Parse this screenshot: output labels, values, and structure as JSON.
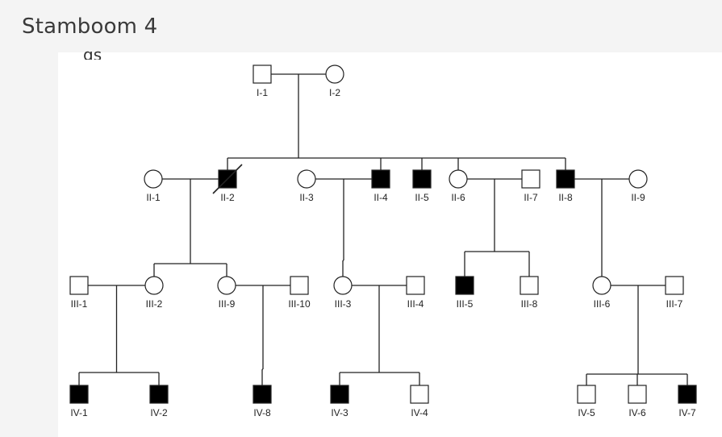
{
  "title": "Stamboom 4",
  "panel_fragment": "gs",
  "colors": {
    "affected": "#000000",
    "unaffected": "#ffffff",
    "line": "#222222",
    "background": "#f4f4f4",
    "panel": "#ffffff"
  },
  "individuals": [
    {
      "id": "I-1",
      "label": "I-1",
      "sex": "male",
      "affected": false
    },
    {
      "id": "I-2",
      "label": "I-2",
      "sex": "female",
      "affected": false
    },
    {
      "id": "II-1",
      "label": "II-1",
      "sex": "female",
      "affected": false
    },
    {
      "id": "II-2",
      "label": "II-2",
      "sex": "male",
      "affected": true,
      "deceased": true
    },
    {
      "id": "II-3",
      "label": "II-3",
      "sex": "female",
      "affected": false
    },
    {
      "id": "II-4",
      "label": "II-4",
      "sex": "male",
      "affected": true
    },
    {
      "id": "II-5",
      "label": "II-5",
      "sex": "male",
      "affected": true
    },
    {
      "id": "II-6",
      "label": "II-6",
      "sex": "female",
      "affected": false
    },
    {
      "id": "II-7",
      "label": "II-7",
      "sex": "male",
      "affected": false
    },
    {
      "id": "II-8",
      "label": "II-8",
      "sex": "male",
      "affected": true
    },
    {
      "id": "II-9",
      "label": "II-9",
      "sex": "female",
      "affected": false
    },
    {
      "id": "III-1",
      "label": "III-1",
      "sex": "male",
      "affected": false
    },
    {
      "id": "III-2",
      "label": "III-2",
      "sex": "female",
      "affected": false
    },
    {
      "id": "III-9",
      "label": "III-9",
      "sex": "female",
      "affected": false
    },
    {
      "id": "III-10",
      "label": "III-10",
      "sex": "male",
      "affected": false
    },
    {
      "id": "III-3",
      "label": "III-3",
      "sex": "female",
      "affected": false
    },
    {
      "id": "III-4",
      "label": "III-4",
      "sex": "male",
      "affected": false
    },
    {
      "id": "III-5",
      "label": "III-5",
      "sex": "male",
      "affected": true
    },
    {
      "id": "III-8",
      "label": "III-8",
      "sex": "male",
      "affected": false
    },
    {
      "id": "III-6",
      "label": "III-6",
      "sex": "female",
      "affected": false
    },
    {
      "id": "III-7",
      "label": "III-7",
      "sex": "male",
      "affected": false
    },
    {
      "id": "IV-1",
      "label": "IV-1",
      "sex": "male",
      "affected": true
    },
    {
      "id": "IV-2",
      "label": "IV-2",
      "sex": "male",
      "affected": true
    },
    {
      "id": "IV-8",
      "label": "IV-8",
      "sex": "male",
      "affected": true
    },
    {
      "id": "IV-3",
      "label": "IV-3",
      "sex": "male",
      "affected": true
    },
    {
      "id": "IV-4",
      "label": "IV-4",
      "sex": "male",
      "affected": false
    },
    {
      "id": "IV-5",
      "label": "IV-5",
      "sex": "male",
      "affected": false
    },
    {
      "id": "IV-6",
      "label": "IV-6",
      "sex": "male",
      "affected": false
    },
    {
      "id": "IV-7",
      "label": "IV-7",
      "sex": "male",
      "affected": true
    }
  ],
  "couples": [
    {
      "partners": [
        "I-1",
        "I-2"
      ],
      "children": [
        "II-2",
        "II-4",
        "II-5",
        "II-6",
        "II-8"
      ]
    },
    {
      "partners": [
        "II-1",
        "II-2"
      ],
      "children": [
        "III-2",
        "III-9"
      ]
    },
    {
      "partners": [
        "II-3",
        "II-4"
      ],
      "children": [
        "III-3"
      ]
    },
    {
      "partners": [
        "II-6",
        "II-7"
      ],
      "children": [
        "III-5",
        "III-8"
      ]
    },
    {
      "partners": [
        "II-8",
        "II-9"
      ],
      "children": [
        "III-6"
      ]
    },
    {
      "partners": [
        "III-1",
        "III-2"
      ],
      "children": [
        "IV-1",
        "IV-2"
      ]
    },
    {
      "partners": [
        "III-9",
        "III-10"
      ],
      "children": [
        "IV-8"
      ]
    },
    {
      "partners": [
        "III-3",
        "III-4"
      ],
      "children": [
        "IV-3",
        "IV-4"
      ]
    },
    {
      "partners": [
        "III-6",
        "III-7"
      ],
      "children": [
        "IV-5",
        "IV-6",
        "IV-7"
      ]
    }
  ]
}
